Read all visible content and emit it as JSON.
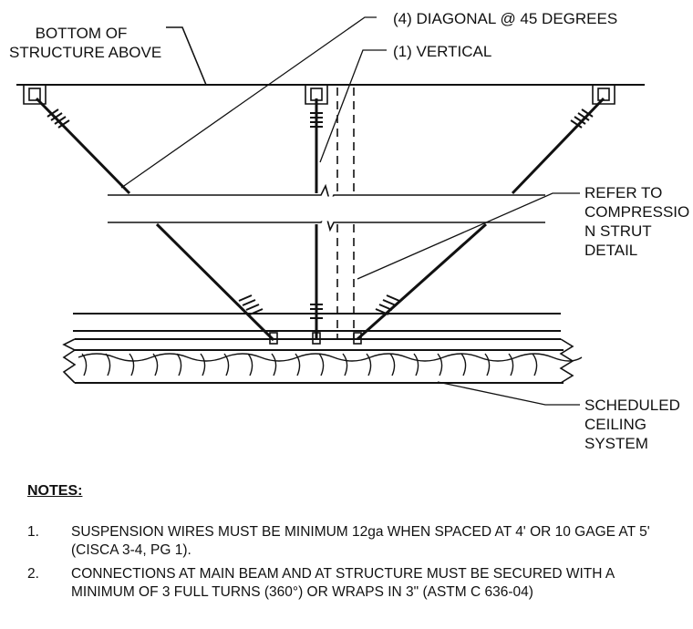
{
  "labels": {
    "bottom_of_structure": "BOTTOM OF\nSTRUCTURE ABOVE",
    "diagonal": "(4) DIAGONAL @ 45 DEGREES",
    "vertical": "(1) VERTICAL",
    "compression_strut": "REFER TO\nCOMPRESSIO\nN STRUT\nDETAIL",
    "ceiling_system": "SCHEDULED\nCEILING\nSYSTEM"
  },
  "notes": {
    "title": "NOTES:",
    "items": [
      {
        "num": "1.",
        "text": "SUSPENSION WIRES MUST BE MINIMUM 12ga WHEN SPACED AT 4' OR 10 GAGE AT 5' (CISCA 3-4, PG 1)."
      },
      {
        "num": "2.",
        "text": "CONNECTIONS AT MAIN BEAM AND AT STRUCTURE MUST BE SECURED WITH A MINIMUM OF 3 FULL TURNS (360°) OR WRAPS IN 3\" (ASTM C 636-04)"
      }
    ]
  }
}
